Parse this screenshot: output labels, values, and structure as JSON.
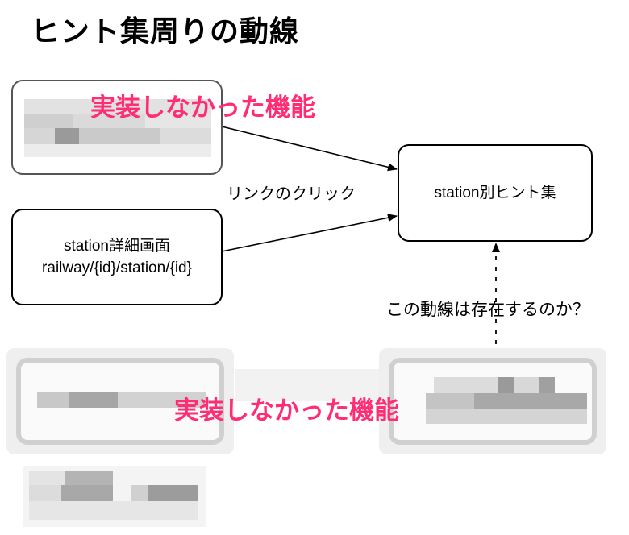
{
  "title": "ヒント集周りの動線",
  "nodes": {
    "station_hints": {
      "label": "station別ヒント集"
    },
    "station_detail": {
      "line1": "station詳細画面",
      "line2": "railway/{id}/station/{id}"
    }
  },
  "edge_labels": {
    "link_click": "リンクのクリック",
    "question": "この動線は存在するのか？"
  },
  "annotations": {
    "top": "実装しなかった機能",
    "bottom": "実装しなかった機能"
  },
  "colors": {
    "annotation": "#ff2d73",
    "stroke": "#000000"
  }
}
